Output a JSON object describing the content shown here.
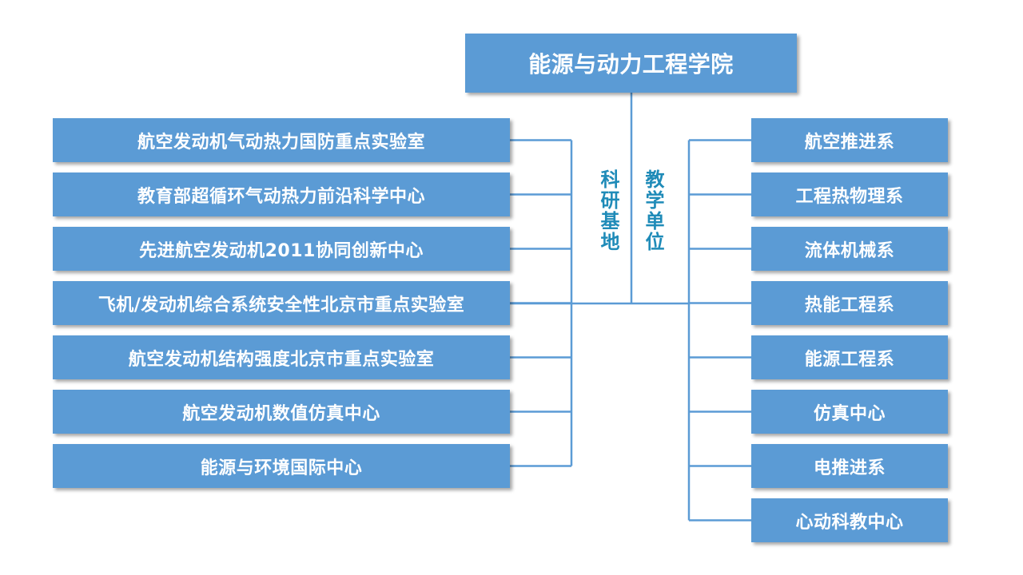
{
  "root": "能源与动力工程学院",
  "left_group": {
    "label": "科研基地",
    "items": [
      "航空发动机气动热力国防重点实验室",
      "教育部超循环气动热力前沿科学中心",
      "先进航空发动机2011协同创新中心",
      "飞机/发动机综合系统安全性北京市重点实验室",
      "航空发动机结构强度北京市重点实验室",
      "航空发动机数值仿真中心",
      "能源与环境国际中心"
    ]
  },
  "right_group": {
    "label": "教学单位",
    "items": [
      "航空推进系",
      "工程热物理系",
      "流体机械系",
      "热能工程系",
      "能源工程系",
      "仿真中心",
      "电推进系",
      "心动科教中心"
    ]
  },
  "colors": {
    "box_fill": "#5b9bd5",
    "box_text": "#ffffff",
    "connector": "#5b9bd5",
    "group_label": "#1f8bb8"
  }
}
